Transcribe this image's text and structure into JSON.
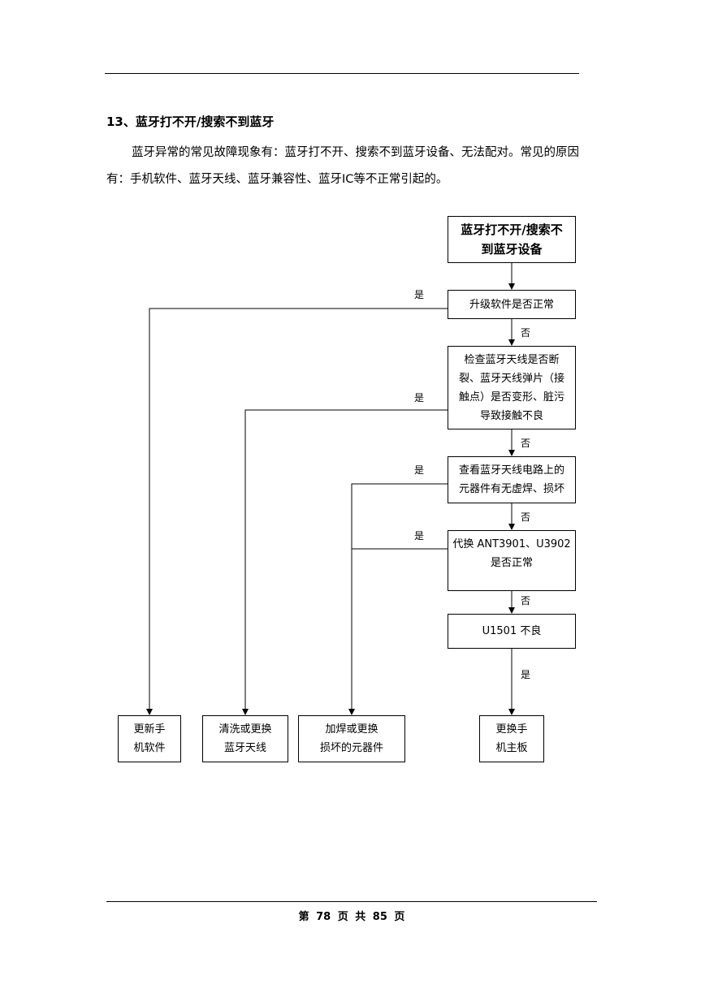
{
  "heading": "13、蓝牙打不开/搜索不到蓝牙",
  "paragraph": "蓝牙异常的常见故障现象有：蓝牙打不开、搜索不到蓝牙设备、无法配对。常见的原因有：手机软件、蓝牙天线、蓝牙兼容性、蓝牙IC等不正常引起的。",
  "flowchart": {
    "start": "蓝牙打不开/搜索不\n到蓝牙设备",
    "step1": "升级软件是否正常",
    "step2": "检查蓝牙天线是否断\n裂、蓝牙天线弹片（接\n触点）是否变形、脏污\n导致接触不良",
    "step3": "查看蓝牙天线电路上的\n元器件有无虚焊、损坏",
    "step4": "代换 ANT3901、U3902\n是否正常",
    "step5": "U1501 不良",
    "result1": "更新手\n机软件",
    "result2": "清洗或更换\n蓝牙天线",
    "result3": "加焊或更换\n损坏的元器件",
    "result4": "更换手\n机主板",
    "yes": "是",
    "no": "否"
  },
  "footer": "第 78 页 共 85 页"
}
